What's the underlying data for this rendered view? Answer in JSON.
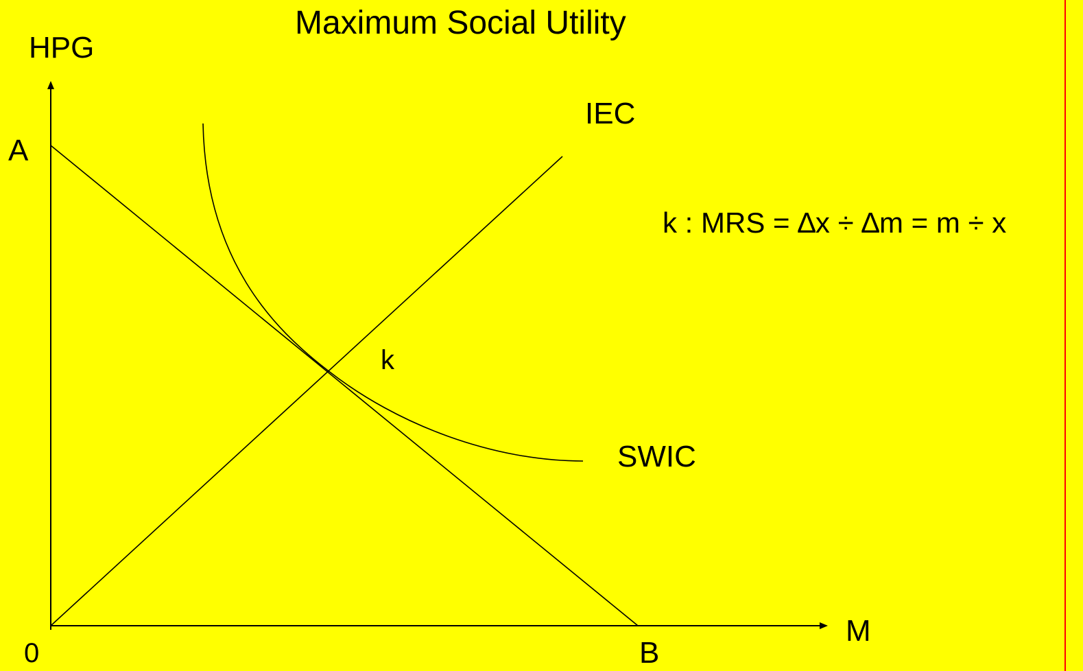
{
  "title": "Maximum Social Utility",
  "labels": {
    "y_axis": "HPG",
    "x_axis": "M",
    "origin": "0",
    "point_a": "A",
    "point_b": "B",
    "point_k": "k",
    "iec": "IEC",
    "swic": "SWIC",
    "formula": "k :  MRS = ∆x ÷ ∆m = m ÷ x"
  },
  "colors": {
    "background": "#ffff00",
    "ink": "#000000",
    "border_right": "#ff0000"
  }
}
